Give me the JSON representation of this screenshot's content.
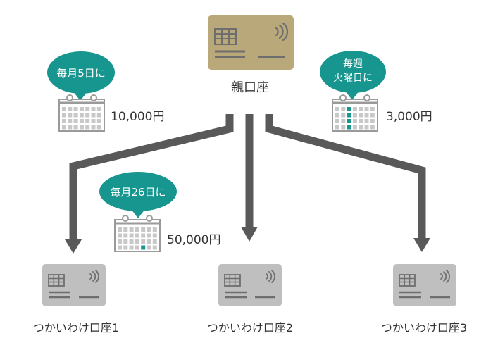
{
  "parent": {
    "label": "親口座",
    "card_color": "#b9a879"
  },
  "schedules": [
    {
      "bubble_lines": [
        "毎月5日に"
      ],
      "amount": "10,000円",
      "highlight": "none"
    },
    {
      "bubble_lines": [
        "毎週",
        "火曜日に"
      ],
      "amount": "3,000円",
      "highlight": "column"
    },
    {
      "bubble_lines": [
        "毎月26日に"
      ],
      "amount": "50,000円",
      "highlight": "cell"
    }
  ],
  "children": [
    {
      "label": "つかいわけ口座1"
    },
    {
      "label": "つかいわけ口座2"
    },
    {
      "label": "つかいわけ口座3"
    }
  ],
  "colors": {
    "arrow": "#595959",
    "child_card": "#bfbfbf",
    "card_mark": "#6e6e6e",
    "bubble": "#17968f",
    "bubble_text": "#ffffff",
    "calendar_cell": "#c8c8c8",
    "calendar_highlight": "#17968f",
    "calendar_border": "#9a9a9a"
  },
  "icons": [
    "card-icon",
    "contactless-icon",
    "calendar-icon",
    "speech-bubble"
  ]
}
